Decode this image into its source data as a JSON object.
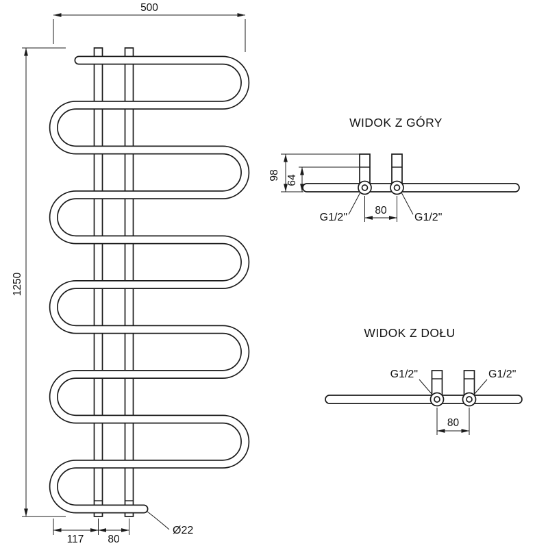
{
  "front_view": {
    "dim_width": "500",
    "dim_height": "1250",
    "dim_bottom_left": "117",
    "dim_bottom_right": "80",
    "dim_diameter": "Ø22"
  },
  "top_view": {
    "title": "WIDOK Z GÓRY",
    "dim_depth": "98",
    "dim_offset": "64",
    "dim_spacing": "80",
    "conn_left": "G1/2\"",
    "conn_right": "G1/2\""
  },
  "bottom_view": {
    "title": "WIDOK Z DOŁU",
    "dim_spacing": "80",
    "conn_left": "G1/2\"",
    "conn_right": "G1/2\""
  },
  "colors": {
    "line": "#1b1b1b",
    "background": "#ffffff"
  }
}
